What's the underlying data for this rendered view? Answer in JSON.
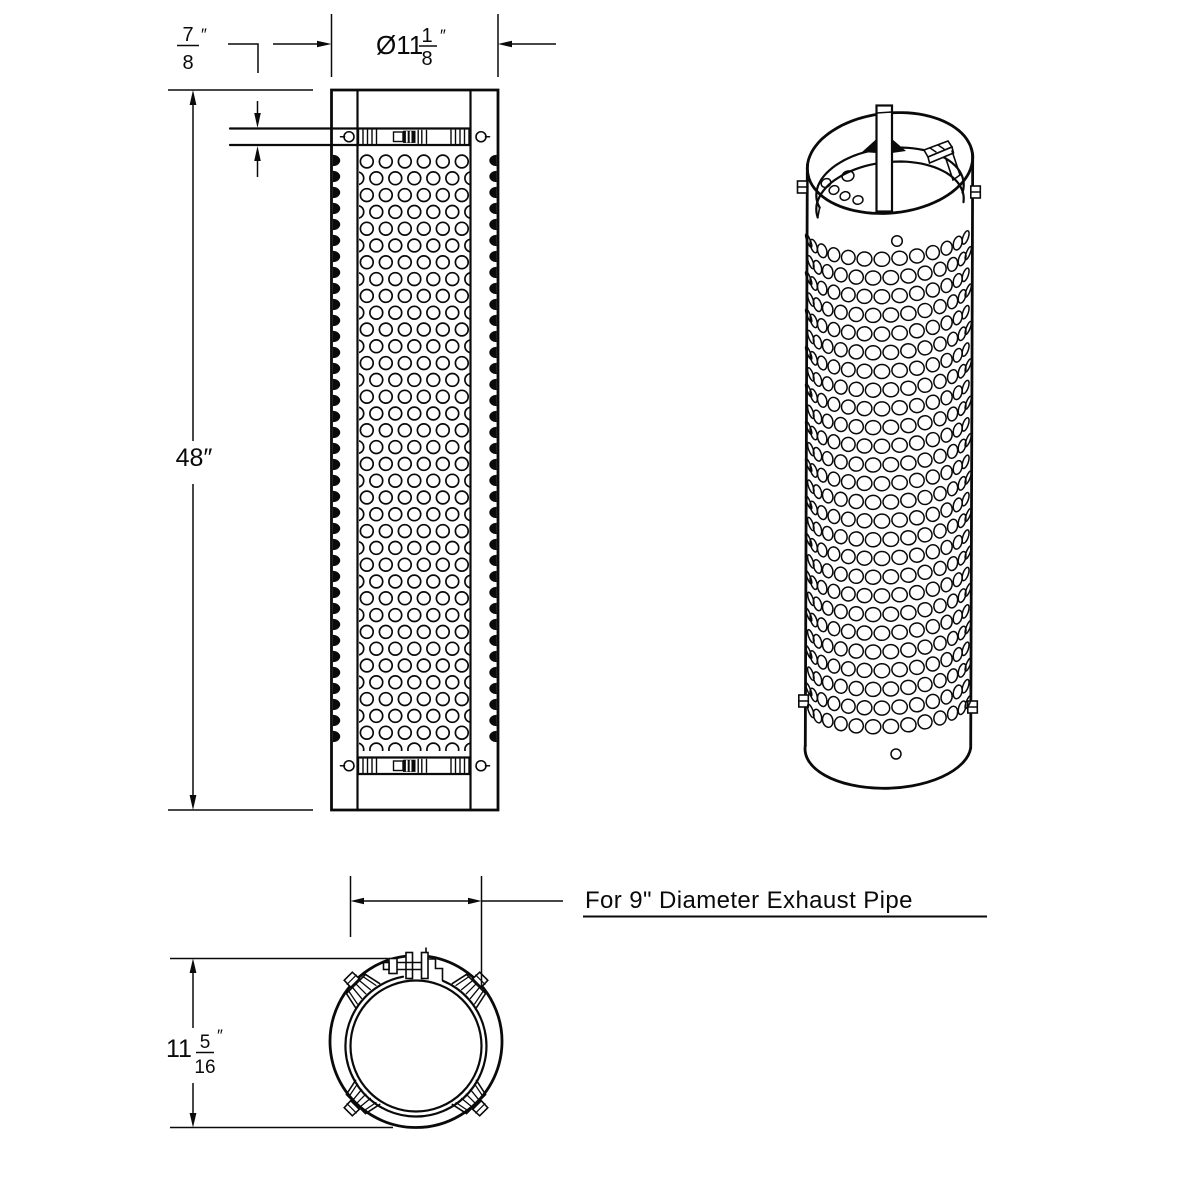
{
  "colors": {
    "ink": "#0a0a0a",
    "paper": "#ffffff"
  },
  "front_view": {
    "height_label": "48″",
    "band_offset": {
      "num": "7",
      "den": "8",
      "unit": "″"
    },
    "diameter_label": {
      "whole": "Ø11",
      "num": "1",
      "den": "8",
      "unit": "″"
    }
  },
  "bottom_view": {
    "overall_label": {
      "whole": "11",
      "num": "5",
      "den": "16",
      "unit": "″"
    },
    "note": "For 9\" Diameter Exhaust Pipe"
  }
}
